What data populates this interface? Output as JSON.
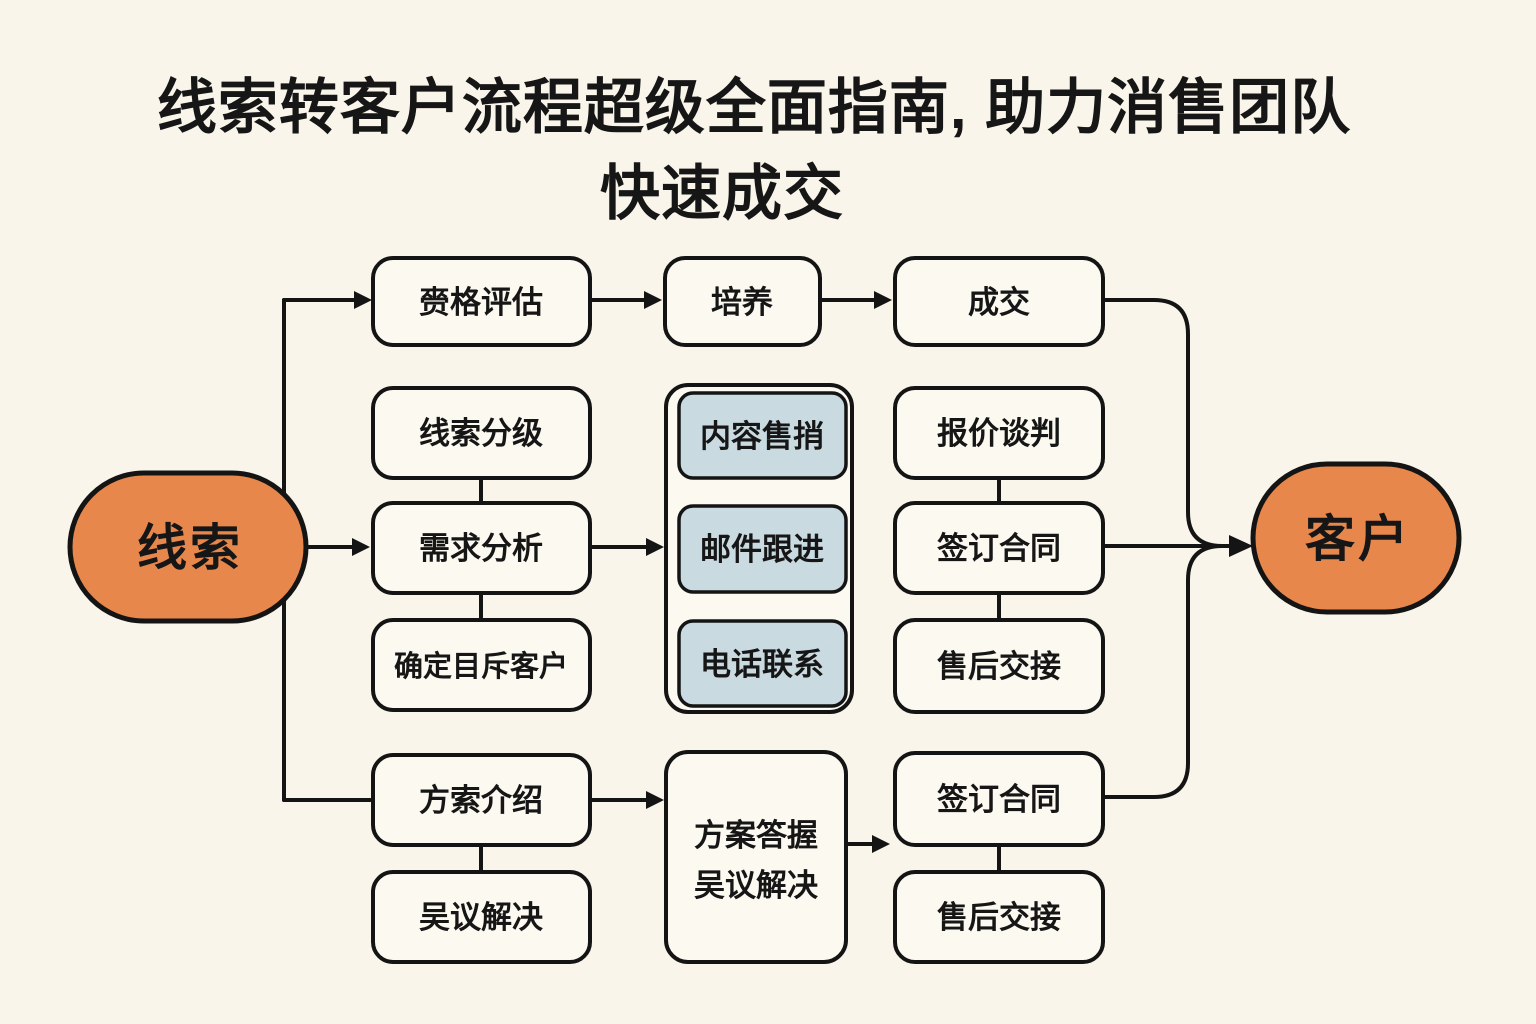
{
  "title": {
    "line1": "线索转客户流程超级全面指南, 助力消售团队",
    "line2": "快速成交"
  },
  "terminals": {
    "start": "线索",
    "end": "客户"
  },
  "nodes": {
    "qualification": "赍格评估",
    "nurture": "培养",
    "deal": "成交",
    "lead_grading": "线索分级",
    "needs_analysis": "需求分析",
    "identify_target": "确定目斥客户",
    "content_marketing": "内容售捎",
    "email_followup": "邮件跟进",
    "phone_contact": "电话联系",
    "quote_negotiation": "报价谈判",
    "sign_contract_mid": "签订合同",
    "aftersales_mid": "售后交接",
    "proposal_intro": "方索介绍",
    "objection_resolution": "吴议解决",
    "proposal_box_line1": "方案答握",
    "proposal_box_line2": "吴议解决",
    "sign_contract_bottom": "签订合同",
    "aftersales_bottom": "售后交接"
  },
  "colors": {
    "background": "#F9F5EA",
    "box_fill": "#FCF9F1",
    "blue_fill": "#C9DAE1",
    "orange_fill": "#E8874B",
    "line": "#141414",
    "text": "#161616"
  }
}
